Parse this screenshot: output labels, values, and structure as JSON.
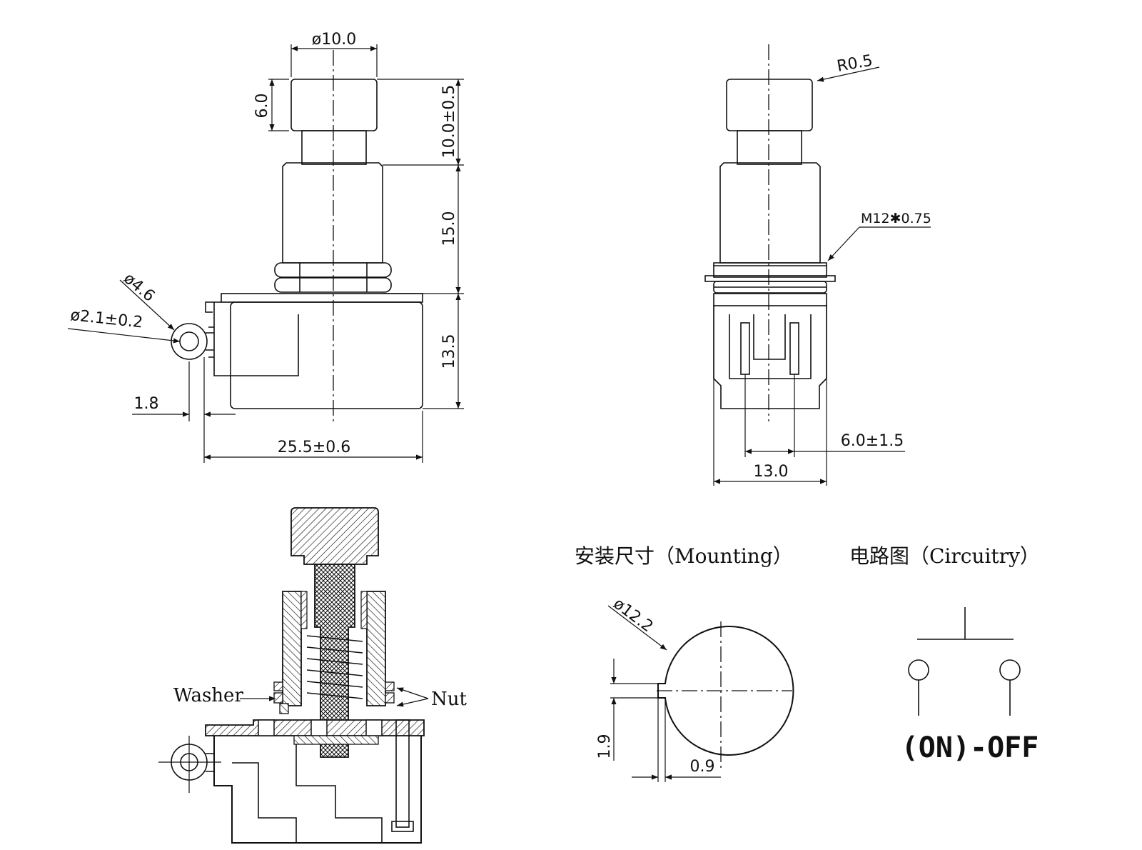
{
  "front_view": {
    "cap_diameter": "ø10.0",
    "cap_height": "6.0",
    "plunger_travel": "10.0±0.5",
    "bushing_height": "15.0",
    "body_height": "13.5",
    "lug_outer_diameter": "ø4.6",
    "lug_hole_diameter": "ø2.1±0.2",
    "lug_offset": "1.8",
    "body_length": "25.5±0.6"
  },
  "side_view": {
    "cap_radius": "R0.5",
    "thread": "M12✱0.75",
    "terminal_pitch": "6.0±1.5",
    "body_width": "13.0"
  },
  "section_view": {
    "washer_label": "Washer",
    "nut_label": "Nut"
  },
  "mounting": {
    "heading": "安装尺寸（Mounting）",
    "hole_diameter": "ø12.2",
    "key_height": "1.9",
    "key_depth": "0.9"
  },
  "circuitry": {
    "heading": "电路图（Circuitry）",
    "mode": "(ON)-OFF"
  }
}
